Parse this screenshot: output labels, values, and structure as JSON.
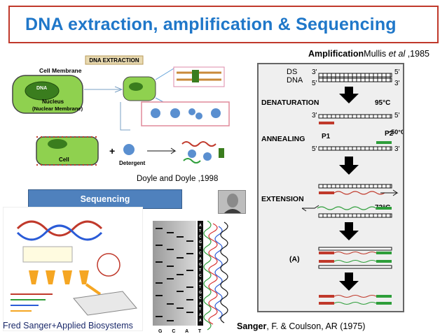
{
  "title": "DNA extraction, amplification & Sequencing",
  "amplification": {
    "caption_bold": "Amplification",
    "caption_author": "Mullis ",
    "caption_etal": "et al",
    "caption_year": " ,1985",
    "labels": {
      "ds": "DS",
      "dna": "DNA",
      "denaturation": "DENATURATION",
      "annealing": "ANNEALING",
      "extension": "EXTENSION",
      "p1": "P1",
      "p2": "P2",
      "temp_denat": "95°C",
      "temp_anneal": "~50°C",
      "temp_ext": "72°C",
      "a": "(A)",
      "three_prime": "3'",
      "five_prime": "5'"
    }
  },
  "extraction": {
    "banner": "DNA EXTRACTION",
    "cell_membrane": "Cell Membrane",
    "dna": "DNA",
    "nucleus": "Nucleus",
    "nuclear_membrane": "(Nuclear Membrane)",
    "cell": "Cell",
    "detergent": "Detergent",
    "caption": "Doyle and Doyle ,1998"
  },
  "sequencing": {
    "label": "Sequencing",
    "fred": "Fred Sanger+Applied Biosystems",
    "gel_letters": "G C A T",
    "caption_bold": "Sanger",
    "caption_rest": ", F. & Coulson, AR (1975)",
    "colors": {
      "A": "#2e9e3a",
      "C": "#2a5bd7",
      "G": "#111111",
      "T": "#d62d2d"
    }
  }
}
